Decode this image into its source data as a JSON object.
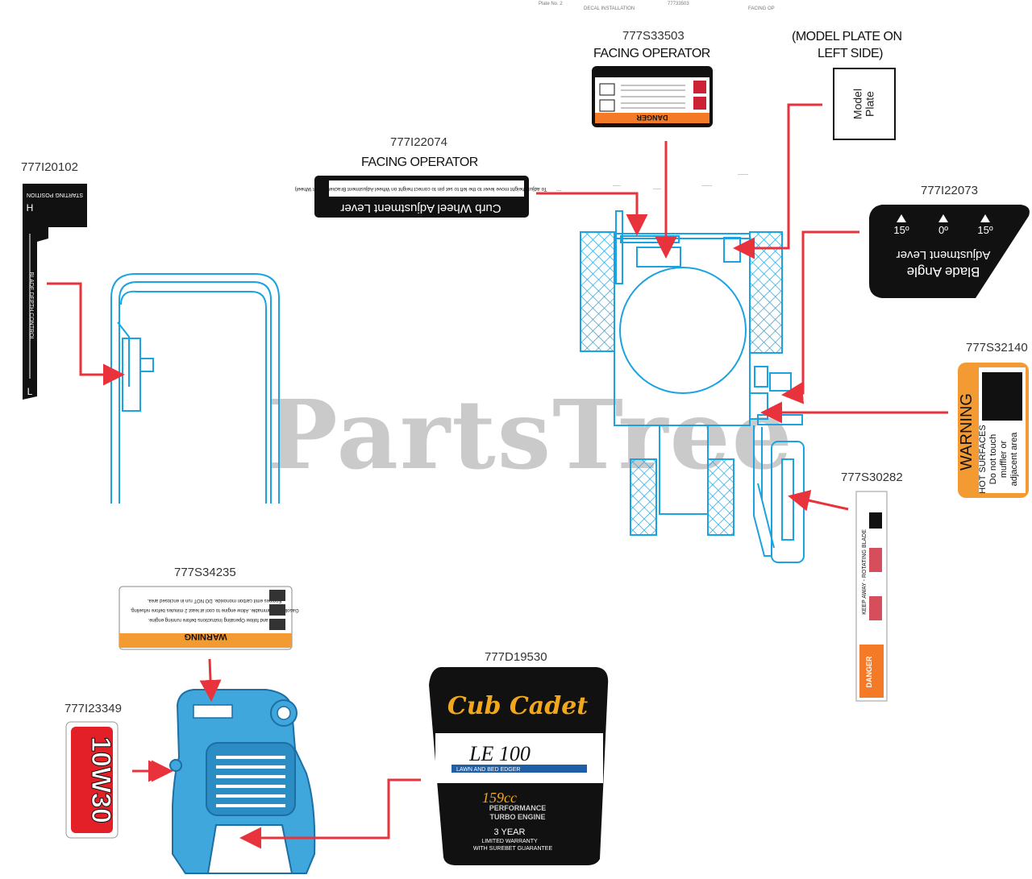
{
  "watermark": "PartsTree",
  "header_strip": {
    "left": "Plate No. 2",
    "middle": "DECAL INSTALLATION",
    "mid2": "77733503",
    "right": "FACING OP"
  },
  "labels": {
    "p777s33503": "777S33503",
    "p777i22074": "777I22074",
    "p777i20102": "777I20102",
    "p777i22073": "777I22073",
    "p777s32140": "777S32140",
    "p777s30282": "777S30282",
    "p777s34235": "777S34235",
    "p777d19530": "777D19530",
    "p777i23349": "777I23349"
  },
  "headings": {
    "facing_operator_1": "FACING OPERATOR",
    "facing_operator_2": "FACING OPERATOR",
    "model_plate_note_line1": "(MODEL PLATE ON",
    "model_plate_note_line2": "LEFT SIDE)"
  },
  "model_plate": {
    "text_line1": "Model",
    "text_line2": "Plate"
  },
  "decal_curb": {
    "title": "Curb Wheel Adjustment Lever",
    "body": "To adjust height move lever to the left to set pin to correct height on Wheel Adjustment Bracket (Right Wheel)"
  },
  "decal_blade": {
    "title_line1": "Blade Angle",
    "title_line2": "Adjustment Lever",
    "left": "15º",
    "center": "0º",
    "right": "15º"
  },
  "decal_hot": {
    "warning": "WARNING",
    "line1": "HOT SURFACES",
    "line2": "Do not touch",
    "line3": "muffler or",
    "line4": "adjacent area"
  },
  "decal_danger_strip": {
    "text": "KEEP AWAY - ROTATING BLADE",
    "danger": "DANGER"
  },
  "decal_start": {
    "top": "STARTING POSITION",
    "side": "BLADE DEPTH CONTROL",
    "h": "H",
    "l": "L"
  },
  "decal_warning_engine": {
    "warning": "WARNING",
    "line1": "Read and follow Operating Instructions before running engine.",
    "line2": "Gasoline is flammable. Allow engine to cool at least 2 minutes before refueling.",
    "line3": "Engines emit carbon monoxide. DO NOT run in enclosed area."
  },
  "decal_danger_top": {
    "danger": "DANGER"
  },
  "oil_decal": {
    "text": "10W30"
  },
  "brand_decal": {
    "brand": "Cub Cadet",
    "model": "LE 100",
    "subtitle": "LAWN AND BED EDGER",
    "cc": "159cc",
    "engine1": "PERFORMANCE",
    "engine2": "TURBO ENGINE",
    "warranty1": "3 YEAR",
    "warranty2": "LIMITED WARRANTY",
    "warranty3": "WITH SUREBET GUARANTEE"
  },
  "colors": {
    "outline_blue": "#1aa3e0",
    "pointer_red": "#e8333c",
    "decal_orange": "#f39a32",
    "brand_yellow": "#f2a81d",
    "brand_blue": "#1f5fa8",
    "oil_red": "#e32028"
  }
}
